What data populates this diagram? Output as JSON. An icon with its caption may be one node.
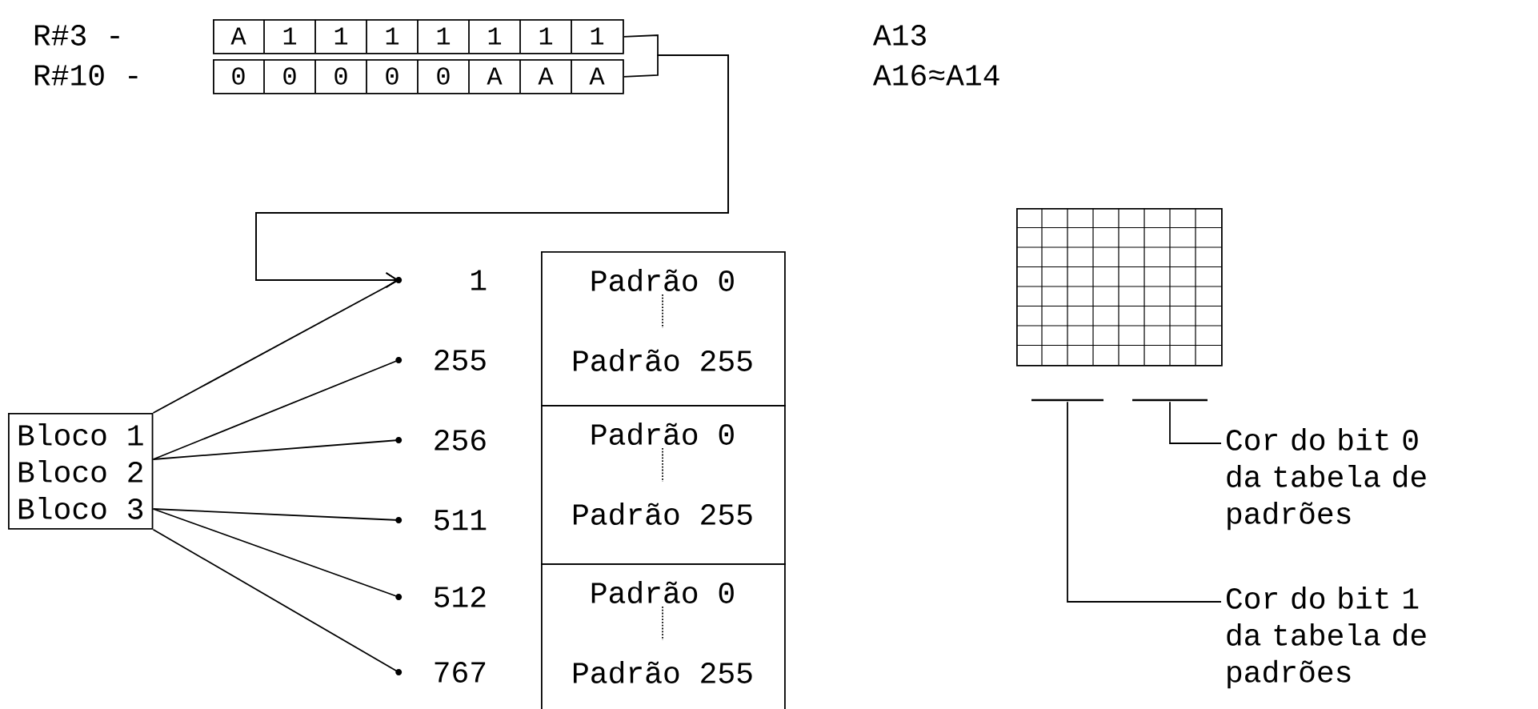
{
  "diagram": {
    "nodes": [
      {
        "text": [
          "A",
          "1",
          "1",
          "1",
          "1",
          "1",
          "1",
          "1"
        ],
        "beside": [
          "R#3 -"
        ]
      },
      {
        "text": [
          "0",
          "0",
          "0",
          "0",
          "0",
          "A",
          "A",
          "A"
        ],
        "beside": [
          "R#10 -"
        ]
      },
      {
        "text": [
          "1"
        ]
      },
      {
        "text": [
          "255"
        ]
      },
      {
        "text": [
          "256"
        ]
      },
      {
        "text": [
          "511"
        ]
      },
      {
        "text": [
          "512"
        ]
      },
      {
        "text": [
          "767"
        ]
      },
      {
        "text": [
          "Bloco 1",
          "Bloco 2",
          "Bloco 3"
        ]
      },
      {
        "text": [
          "Padrão 0",
          "Padrão 255"
        ]
      },
      {
        "text": [
          "Padrão 0",
          "Padrão 255"
        ]
      },
      {
        "text": [
          "Padrão 0",
          "Padrão 255"
        ]
      },
      {
        "text": [],
        "shape": "box"
      },
      {
        "text": [],
        "shape": "bar"
      },
      {
        "text": [],
        "shape": "bar"
      },
      {
        "text": [
          "Cor do bit 0 da tabela de padrões"
        ]
      },
      {
        "text": [
          "Cor do bit 1 da tabela de padrões"
        ]
      }
    ],
    "edges": [
      {
        "from": 0,
        "to": 2,
        "arrow": "to"
      },
      {
        "from": 1,
        "to": 2,
        "arrow": "to"
      },
      {
        "from": 8,
        "to": 2,
        "arrow": "none"
      },
      {
        "from": 8,
        "to": 3,
        "arrow": "none"
      },
      {
        "from": 8,
        "to": 4,
        "arrow": "none"
      },
      {
        "from": 8,
        "to": 5,
        "arrow": "none"
      },
      {
        "from": 8,
        "to": 6,
        "arrow": "none"
      },
      {
        "from": 8,
        "to": 7,
        "arrow": "none"
      },
      {
        "from": 15,
        "to": 14,
        "arrow": "none"
      },
      {
        "from": 16,
        "to": 13,
        "arrow": "none"
      }
    ],
    "labels": [
      "A13",
      "A16≈A14"
    ]
  }
}
